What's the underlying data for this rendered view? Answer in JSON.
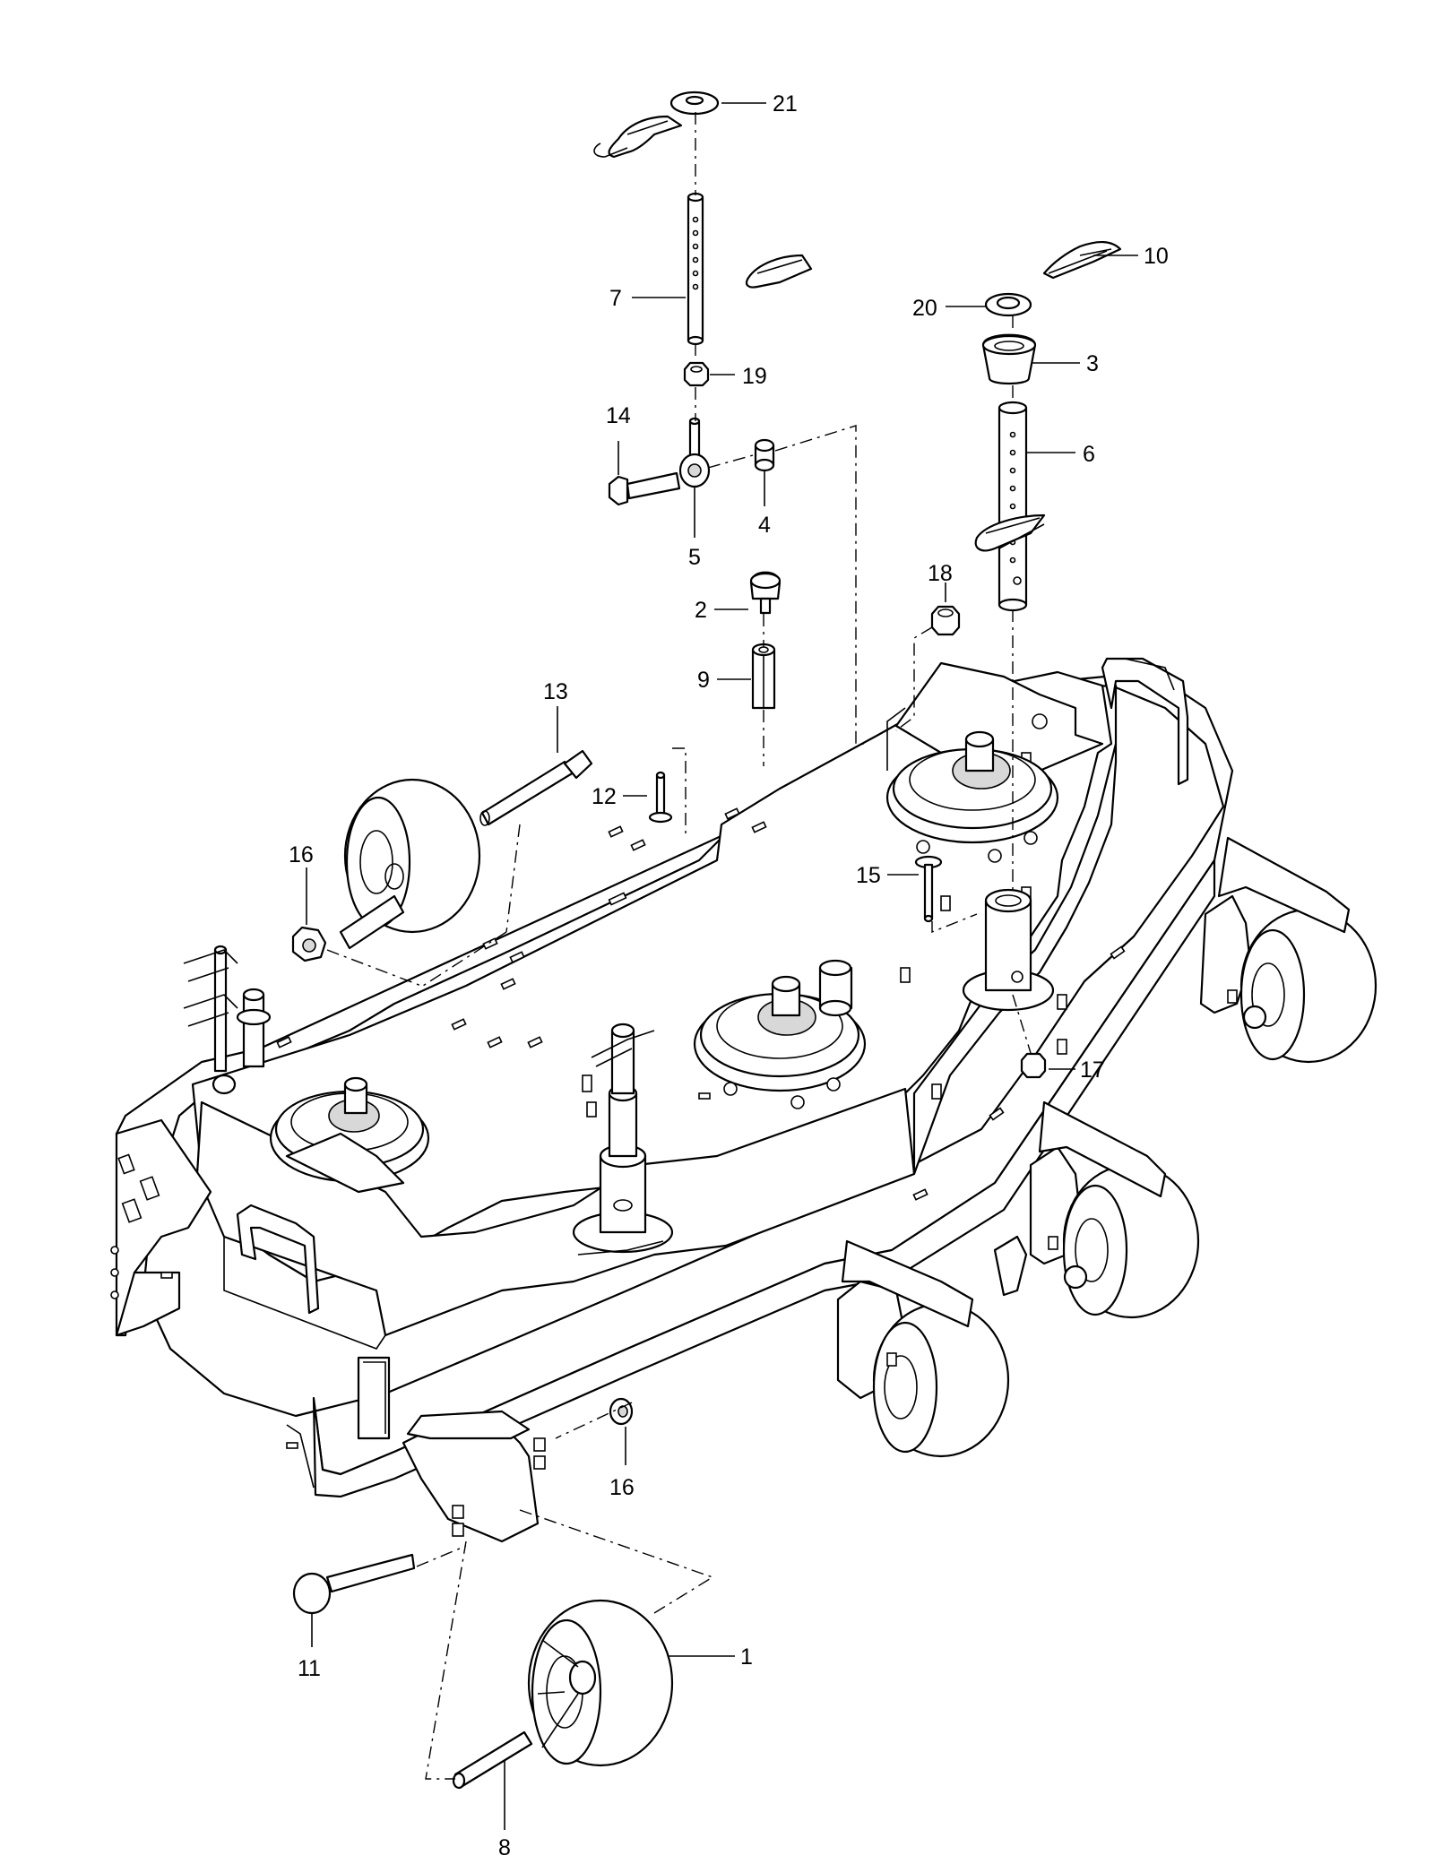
{
  "diagram": {
    "callouts": [
      {
        "id": "c21",
        "text": "21"
      },
      {
        "id": "c10",
        "text": "10"
      },
      {
        "id": "c7",
        "text": "7"
      },
      {
        "id": "c20",
        "text": "20"
      },
      {
        "id": "c3",
        "text": "3"
      },
      {
        "id": "c19",
        "text": "19"
      },
      {
        "id": "c14",
        "text": "14"
      },
      {
        "id": "c6",
        "text": "6"
      },
      {
        "id": "c4",
        "text": "4"
      },
      {
        "id": "c5",
        "text": "5"
      },
      {
        "id": "c18",
        "text": "18"
      },
      {
        "id": "c2",
        "text": "2"
      },
      {
        "id": "c9",
        "text": "9"
      },
      {
        "id": "c13",
        "text": "13"
      },
      {
        "id": "c12",
        "text": "12"
      },
      {
        "id": "c16a",
        "text": "16"
      },
      {
        "id": "c15",
        "text": "15"
      },
      {
        "id": "c17",
        "text": "17"
      },
      {
        "id": "c16b",
        "text": "16"
      },
      {
        "id": "c11",
        "text": "11"
      },
      {
        "id": "c1",
        "text": "1"
      },
      {
        "id": "c8",
        "text": "8"
      }
    ]
  }
}
